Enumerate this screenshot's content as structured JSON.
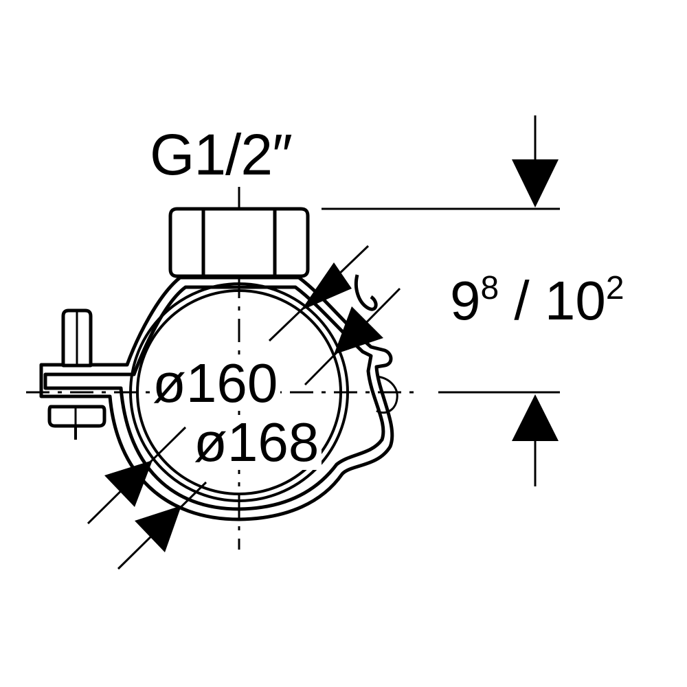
{
  "drawing": {
    "thread_size": "G1/2″",
    "height_main_a": "9",
    "height_sup_a": "8",
    "height_separator": " / ",
    "height_main_b": "10",
    "height_sup_b": "2",
    "pipe_inner_diameter": "ø160",
    "pipe_outer_diameter": "ø168"
  },
  "colors": {
    "line": "#000000",
    "background": "#ffffff"
  }
}
